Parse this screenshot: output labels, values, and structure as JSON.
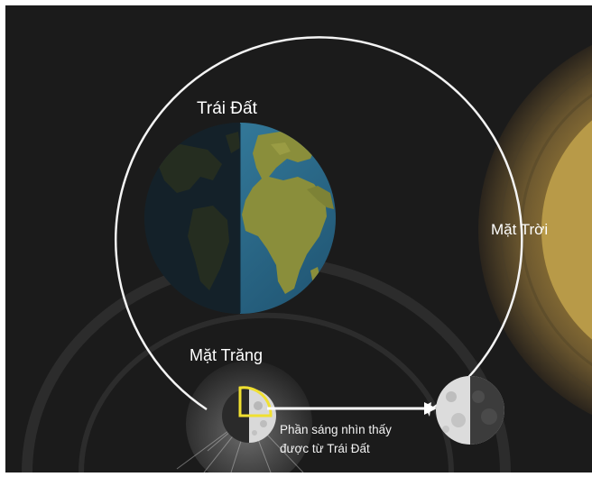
{
  "labels": {
    "earth": "Trái Đất",
    "sun": "Mặt Trời",
    "moon": "Mặt Trăng",
    "caption_line1": "Phần sáng nhìn thấy",
    "caption_line2": "được từ Trái Đất"
  },
  "colors": {
    "background": "#1b1b1b",
    "orbit": "#f4f4f4",
    "sun": "#b89a48",
    "ocean": "#2c6d8d",
    "land": "#8a8e3b",
    "moon_lit": "#d9d9d9",
    "highlight": "#f0e030",
    "arrow": "#ffffff"
  }
}
